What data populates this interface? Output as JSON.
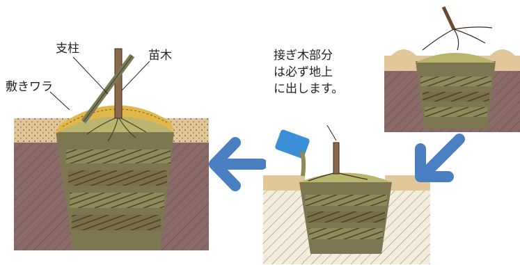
{
  "labels": {
    "support_post": "支柱",
    "seedling": "苗木",
    "straw_mulch": "敷きワラ",
    "graft_note_line1": "接ぎ木部分",
    "graft_note_line2": "は必ず地上",
    "graft_note_line3": "に出します。"
  },
  "steps": [
    {
      "name": "dig-pit-and-place-seedling"
    },
    {
      "name": "water-and-backfill"
    },
    {
      "name": "stake-and-mulch"
    }
  ],
  "colors": {
    "arrow": "#4a7fc1",
    "topsoil": "#e2c79a",
    "subsoil": "#8a6a66",
    "fill": "#8e8a5a",
    "mound": "#b9b46e",
    "straw": "#e0b84a",
    "bucket": "#3a8fd6"
  }
}
